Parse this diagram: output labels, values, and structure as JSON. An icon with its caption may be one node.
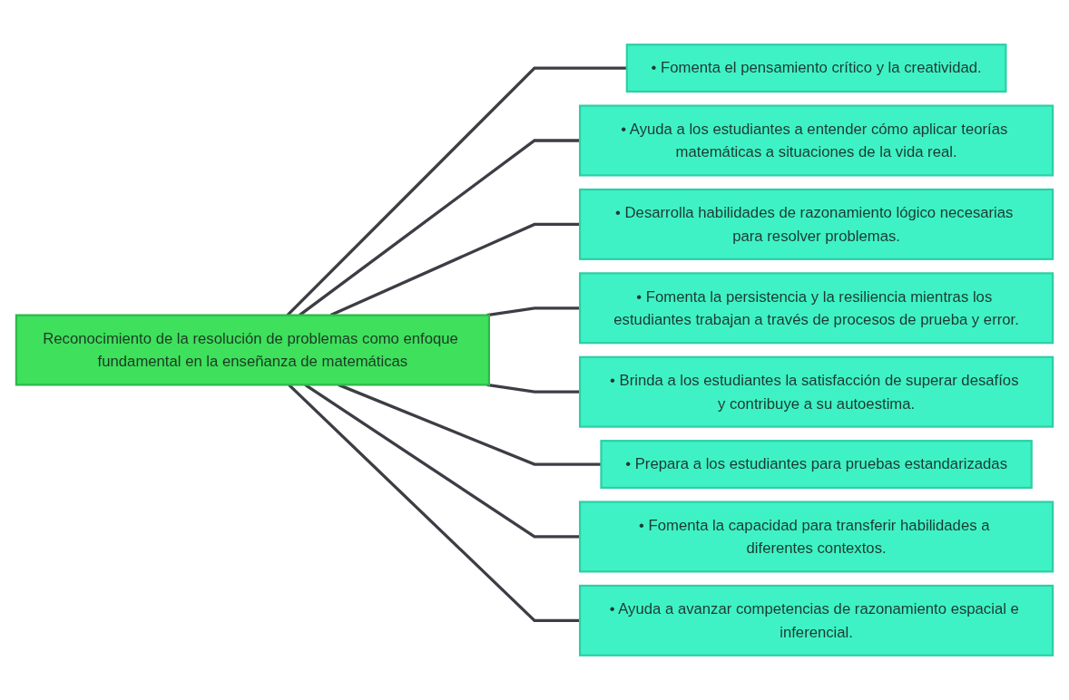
{
  "diagram": {
    "nodes": [
      {
        "text": [
          "Reconocimiento de la resolución de problemas como enfoque fundamental en la enseñanza de matemáticas"
        ]
      },
      {
        "text": [
          "• Fomenta el pensamiento crítico y la creatividad."
        ]
      },
      {
        "text": [
          "• Ayuda a los estudiantes a entender cómo aplicar teorías matemáticas a situaciones de la vida real."
        ]
      },
      {
        "text": [
          "• Desarrolla habilidades de razonamiento lógico necesarias para resolver problemas."
        ]
      },
      {
        "text": [
          "• Fomenta la persistencia y la resiliencia mientras los estudiantes trabajan a través de procesos de prueba y error."
        ]
      },
      {
        "text": [
          "• Brinda a los estudiantes la satisfacción de superar desafíos y contribuye a su autoestima."
        ]
      },
      {
        "text": [
          "• Prepara a los estudiantes para pruebas estandarizadas"
        ]
      },
      {
        "text": [
          "• Fomenta la capacidad para transferir habilidades a diferentes contextos."
        ]
      },
      {
        "text": [
          "• Ayuda a avanzar competencias de razonamiento espacial e inferencial."
        ]
      }
    ],
    "edges": [
      {
        "from": 0,
        "to": 1,
        "arrow": "none"
      },
      {
        "from": 0,
        "to": 2,
        "arrow": "none"
      },
      {
        "from": 0,
        "to": 3,
        "arrow": "none"
      },
      {
        "from": 0,
        "to": 4,
        "arrow": "none"
      },
      {
        "from": 0,
        "to": 5,
        "arrow": "none"
      },
      {
        "from": 0,
        "to": 6,
        "arrow": "none"
      },
      {
        "from": 0,
        "to": 7,
        "arrow": "none"
      },
      {
        "from": 0,
        "to": 8,
        "arrow": "none"
      }
    ]
  }
}
